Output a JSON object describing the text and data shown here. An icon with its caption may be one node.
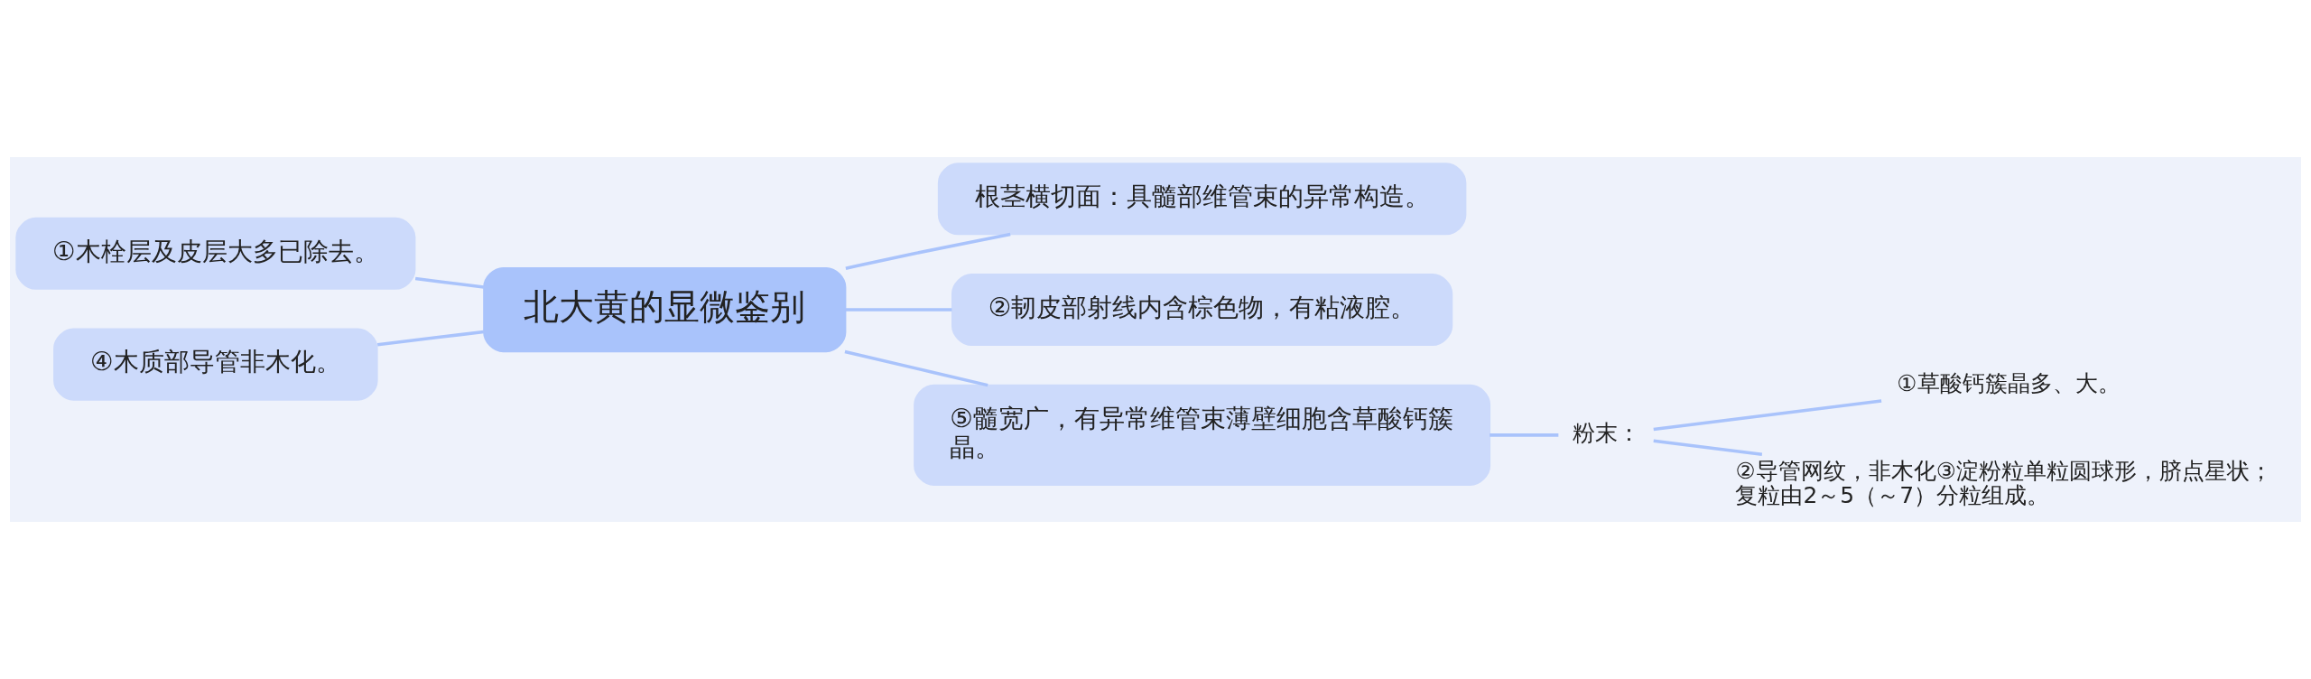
{
  "diagram": {
    "nodes": [
      {
        "text": [
          "北大黄的显微鉴别"
        ]
      },
      {
        "text": [
          "①木栓层及皮层大多已除去。"
        ]
      },
      {
        "text": [
          "④木质部导管非木化。"
        ]
      },
      {
        "text": [
          "根茎横切面：具髓部维管束的异常构造。"
        ]
      },
      {
        "text": [
          "②韧皮部射线内含棕色物，有粘液腔。"
        ]
      },
      {
        "text": [
          "⑤髓宽广，有异常维管束薄壁细胞含草酸钙簇晶。"
        ]
      },
      {
        "text": [
          "粉末："
        ]
      },
      {
        "text": [
          "①草酸钙簇晶多、大。"
        ]
      },
      {
        "text": [
          "②导管网纹，非木化③淀粉粒单粒圆球形，脐点星状；复粒由2～5（～7）分粒组成。"
        ]
      }
    ],
    "edges": [
      {
        "from": 0,
        "to": 1,
        "arrow": "none"
      },
      {
        "from": 0,
        "to": 2,
        "arrow": "none"
      },
      {
        "from": 0,
        "to": 3,
        "arrow": "none"
      },
      {
        "from": 0,
        "to": 4,
        "arrow": "none"
      },
      {
        "from": 0,
        "to": 5,
        "arrow": "none"
      },
      {
        "from": 5,
        "to": 6,
        "arrow": "none"
      },
      {
        "from": 6,
        "to": 7,
        "arrow": "none"
      },
      {
        "from": 6,
        "to": 8,
        "arrow": "none"
      }
    ]
  }
}
